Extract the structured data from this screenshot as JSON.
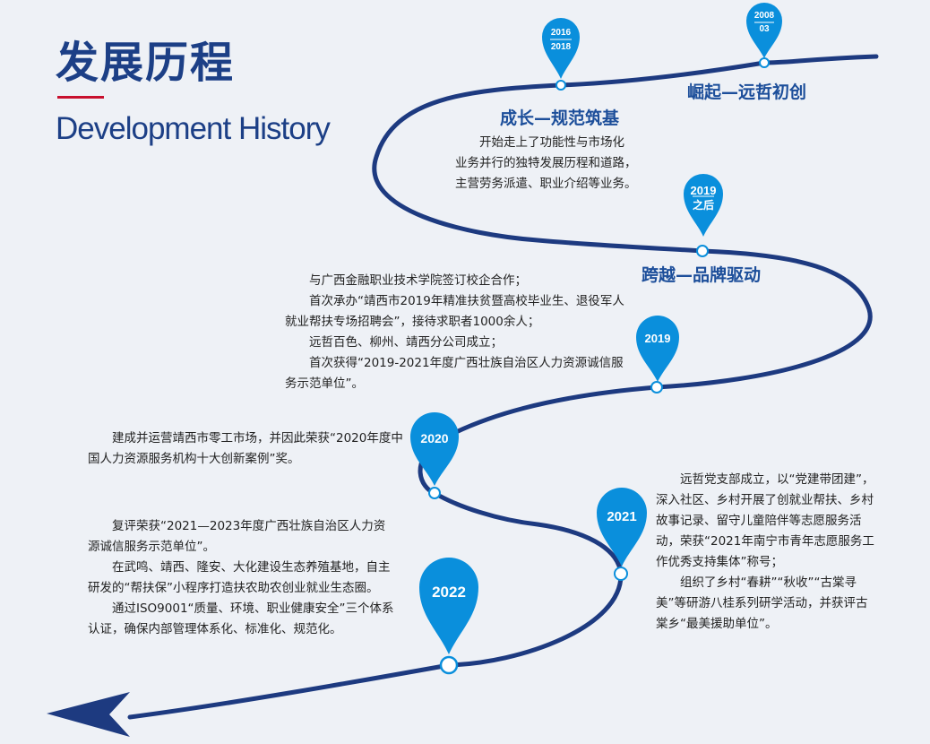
{
  "page": {
    "title_cn": "发展历程",
    "title_en": "Development History"
  },
  "pins": [
    {
      "line1": "2016",
      "line2": "2018"
    },
    {
      "line1": "2008",
      "line2": "03"
    },
    {
      "line1": "2019",
      "line2": "之后"
    },
    {
      "line1": "2019",
      "line2": ""
    },
    {
      "line1": "2020",
      "line2": ""
    },
    {
      "line1": "2021",
      "line2": ""
    },
    {
      "line1": "2022",
      "line2": ""
    }
  ],
  "headings": {
    "rise": "崛起—远哲初创",
    "growth": "成长—规范筑基",
    "leap": "跨越—品牌驱动"
  },
  "texts": {
    "growth": [
      "开始走上了功能性与市场化",
      "业务并行的独特发展历程和道路，",
      "主营劳务派遣、职业介绍等业务。"
    ],
    "y2019": [
      "与广西金融职业技术学院签订校企合作；",
      "首次承办“靖西市2019年精准扶贫暨高校毕业生、退役军人就业帮扶专场招聘会”，接待求职者1000余人；",
      "远哲百色、柳州、靖西分公司成立；",
      "首次获得“2019-2021年度广西壮族自治区人力资源诚信服务示范单位”。"
    ],
    "y2020": [
      "建成并运营靖西市零工市场，并因此荣获“2020年度中国人力资源服务机构十大创新案例”奖。"
    ],
    "y2021": [
      "远哲党支部成立，以“党建带团建”，深入社区、乡村开展了创就业帮扶、乡村故事记录、留守儿童陪伴等志愿服务活动，荣获“2021年南宁市青年志愿服务工作优秀支持集体”称号；",
      "组织了乡村“春耕”“秋收”“古棠寻美”等研游八桂系列研学活动，并获评古棠乡“最美援助单位”。"
    ],
    "y2022": [
      "复评荣获“2021—2023年度广西壮族自治区人力资源诚信服务示范单位”。",
      "在武鸣、靖西、隆安、大化建设生态养殖基地，自主研发的“帮扶保”小程序打造扶农助农创业就业生态圈。",
      "通过ISO9001“质量、环境、职业健康安全”三个体系认证，确保内部管理体系化、标准化、规范化。"
    ]
  },
  "colors": {
    "road": "#1d3a80",
    "pin": "#0a8fdc",
    "title": "#1c3f86",
    "accent": "#c8102e",
    "heading": "#1c4e9a"
  }
}
